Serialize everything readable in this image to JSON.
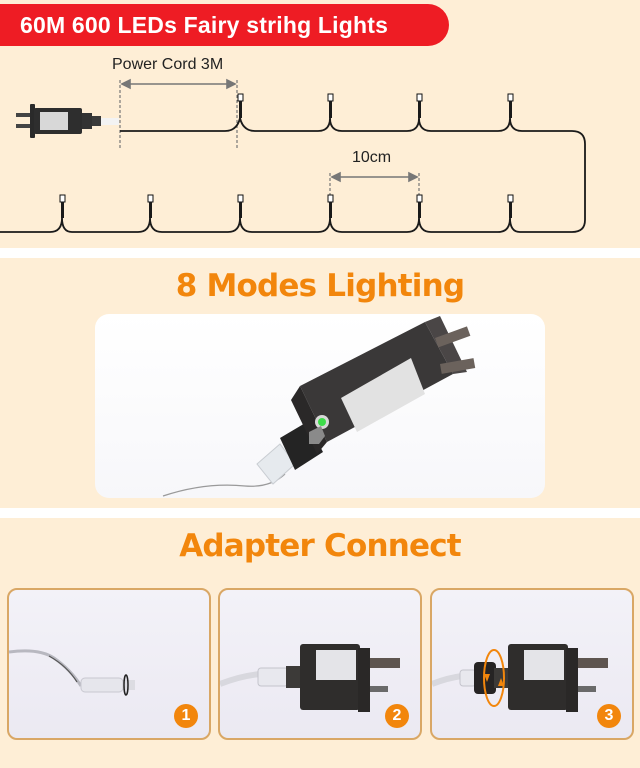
{
  "spec": {
    "title": "60M 600 LEDs Fairy strihg Lights",
    "power_cord_label": "Power Cord 3M",
    "spacing_label": "10cm",
    "colors": {
      "title_bg": "#ee1c24",
      "panel_bg": "#feeed6",
      "wire": "#1a1a1a",
      "dimension": "#6b6b6b"
    }
  },
  "modes": {
    "heading": "8 Modes Lighting",
    "photo": "controller-adapter-with-mode-button",
    "indicator_color": "#3ddc4a"
  },
  "adapter": {
    "heading": "Adapter Connect",
    "steps": [
      {
        "number": "1",
        "photo": "light-string-connector"
      },
      {
        "number": "2",
        "photo": "connector-plugged-into-adapter"
      },
      {
        "number": "3",
        "photo": "tighten-screw-cap"
      }
    ],
    "accent": "#f2860c"
  }
}
